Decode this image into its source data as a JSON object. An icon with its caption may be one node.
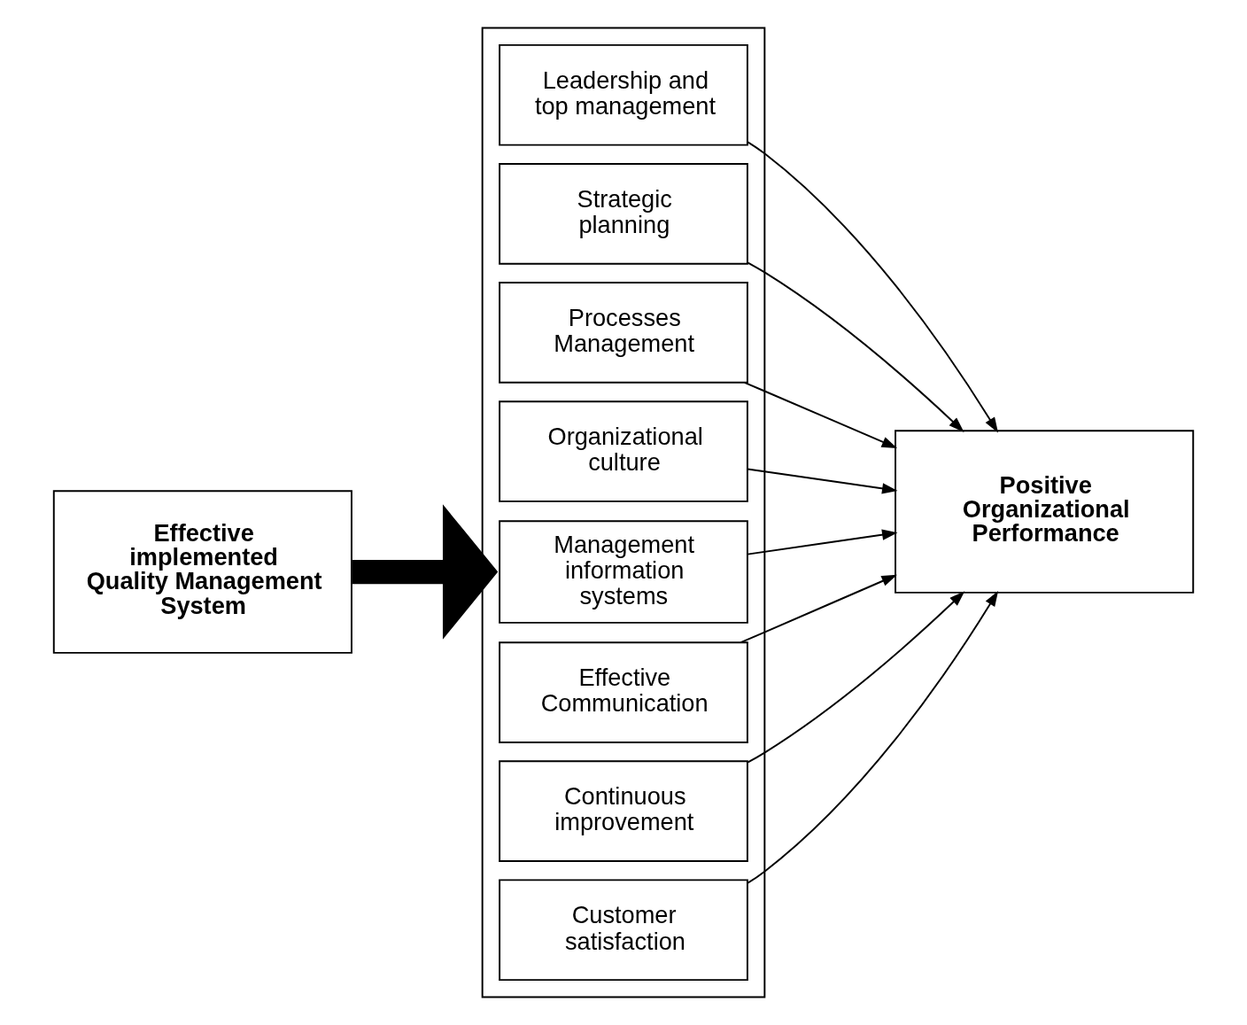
{
  "diagram": {
    "nodes": [
      {
        "text": [
          "Effective implemented Quality Management System"
        ]
      },
      {
        "text": [],
        "shape": "box"
      },
      {
        "text": [
          "Leadership and top management"
        ],
        "in": 1
      },
      {
        "text": [
          "Strategic planning"
        ],
        "in": 1
      },
      {
        "text": [
          "Processes Management"
        ],
        "in": 1
      },
      {
        "text": [
          "Organizational culture"
        ],
        "in": 1
      },
      {
        "text": [
          "Management information systems"
        ],
        "in": 1
      },
      {
        "text": [
          "Effective Communication"
        ],
        "in": 1
      },
      {
        "text": [
          "Continuous improvement"
        ],
        "in": 1
      },
      {
        "text": [
          "Customer satisfaction"
        ],
        "in": 1
      },
      {
        "text": [
          "Positive Organizational Performance"
        ]
      }
    ],
    "edges": [
      {
        "from": 0,
        "to": 1,
        "arrow": "to",
        "style": "thick"
      },
      {
        "from": 2,
        "to": 10,
        "arrow": "to"
      },
      {
        "from": 3,
        "to": 10,
        "arrow": "to"
      },
      {
        "from": 4,
        "to": 10,
        "arrow": "to"
      },
      {
        "from": 5,
        "to": 10,
        "arrow": "to"
      },
      {
        "from": 6,
        "to": 10,
        "arrow": "to"
      },
      {
        "from": 7,
        "to": 10,
        "arrow": "to"
      },
      {
        "from": 8,
        "to": 10,
        "arrow": "to"
      },
      {
        "from": 9,
        "to": 10,
        "arrow": "to"
      }
    ]
  }
}
